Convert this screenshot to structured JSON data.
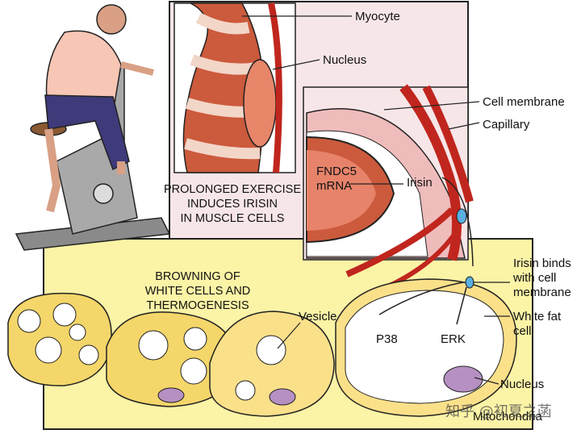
{
  "captions": {
    "exercise": "PROLONGED EXERCISE\nINDUCES IRISIN\nIN MUSCLE CELLS",
    "browning": "BROWNING OF\nWHITE CELLS AND\nTHERMOGENESIS"
  },
  "labels": {
    "myocyte": "Myocyte",
    "nucleus_muscle": "Nucleus",
    "cell_membrane": "Cell membrane",
    "capillary": "Capillary",
    "fndc5": "FNDC5",
    "mrna": "mRNA",
    "irisin": "Irisin",
    "irisin_binds": "Irisin binds\nwith cell\nmembrane",
    "white_fat_cell": "White fat\ncell",
    "vesicle": "Vesicle",
    "p38": "P38",
    "erk": "ERK",
    "nucleus_fat": "Nucleus",
    "mitochondria": "Mitochondria"
  },
  "watermark": "知乎 @初夏之菡",
  "colors": {
    "pink_bg": "#f7e6e8",
    "yellow_bg": "#fbf3a6",
    "muscle": "#cc5a3c",
    "capillary": "#c0261d",
    "fat_cell": "#fbe08a",
    "nucleus_fat": "#b690c2",
    "irisin_dot": "#5aaee0"
  }
}
